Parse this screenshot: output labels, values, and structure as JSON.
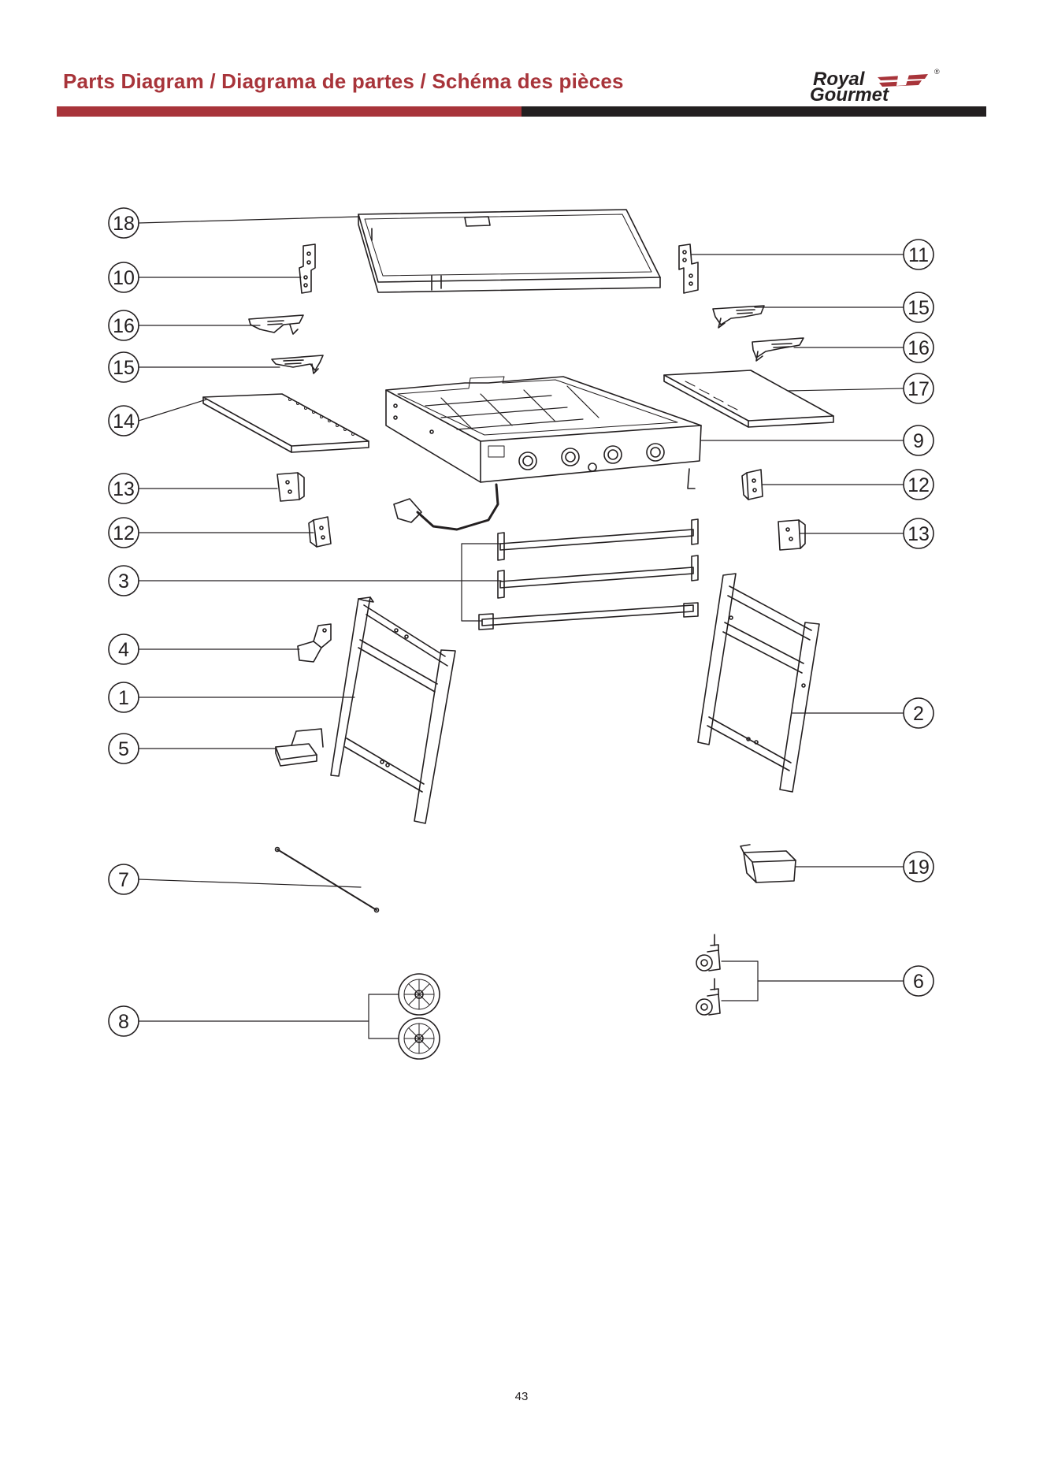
{
  "header": {
    "title": "Parts Diagram / Diagrama de partes / Schéma des pièces",
    "brand_line1": "Royal",
    "brand_line2": "Gourmet",
    "brand_reg": "®",
    "accent_color": "#a8343a",
    "dark_color": "#231f20"
  },
  "callouts": {
    "c18": "18",
    "c10": "10",
    "c16l": "16",
    "c15l": "15",
    "c14": "14",
    "c13l": "13",
    "c12l": "12",
    "c3": "3",
    "c4": "4",
    "c1": "1",
    "c5": "5",
    "c7": "7",
    "c8": "8",
    "c11": "11",
    "c15r": "15",
    "c16r": "16",
    "c17": "17",
    "c9": "9",
    "c12r": "12",
    "c13r": "13",
    "c2": "2",
    "c19": "19",
    "c6": "6"
  },
  "footer": {
    "page_number": "43"
  }
}
